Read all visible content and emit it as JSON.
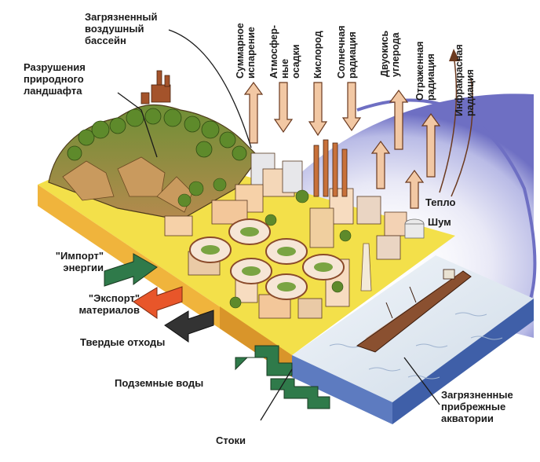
{
  "labels": {
    "polluted_air": "Загрязненный\nвоздушный\nбассейн",
    "landscape": "Разрушения\nприродного\nландшафта",
    "import_energy": "\"Импорт\"\nэнергии",
    "export_materials": "\"Экспорт\"\nматериалов",
    "solid_waste": "Твердые отходы",
    "groundwater": "Подземные воды",
    "runoff": "Стоки",
    "coastal_waters": "Загрязненные\nприбрежные\nакватории",
    "heat": "Тепло",
    "noise": "Шум"
  },
  "flows": {
    "evaporation": "Суммарное\nиспарение",
    "precipitation": "Атмосфер-\nные\nосадки",
    "oxygen": "Кислород",
    "solar": "Солнечная\nрадиация",
    "co2": "Двуокись\nуглерода",
    "reflected": "Отраженная\nрадиация",
    "infrared": "Инфракрасная\nрадиация"
  },
  "colors": {
    "sky": "#c9c9ea",
    "sky_edge": "#6e6fc3",
    "platform_top": "#f3e04a",
    "platform_side": "#f0b43c",
    "water": "#dfe8f2",
    "water_side": "#3f5fa8",
    "arrow_green": "#2f7a4a",
    "arrow_orange": "#e8562a",
    "arrow_dark": "#333333",
    "flow_arrow": "#f2c8a4",
    "flow_stroke": "#6b3a1f"
  }
}
